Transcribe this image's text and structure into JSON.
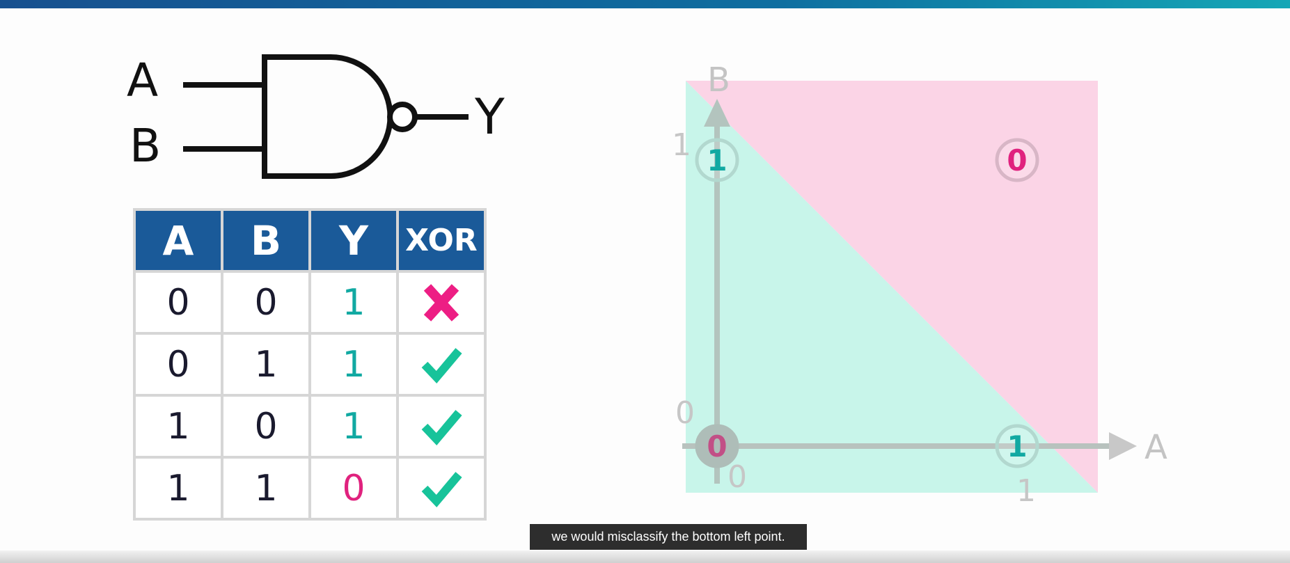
{
  "colors": {
    "header_blue": "#1a5a99",
    "teal": "#11a9a2",
    "magenta": "#e0227e",
    "check_green": "#17c39a",
    "cross_pink": "#ed1e84",
    "region_green": "#c8f5ea",
    "region_pink": "#fbd4e6"
  },
  "gate": {
    "type": "NAND",
    "input_a": "A",
    "input_b": "B",
    "output": "Y"
  },
  "table": {
    "headers": [
      "A",
      "B",
      "Y",
      "XOR"
    ],
    "rows": [
      {
        "a": "0",
        "b": "0",
        "y": "1",
        "y_color": "teal",
        "xor": "cross-icon"
      },
      {
        "a": "0",
        "b": "1",
        "y": "1",
        "y_color": "teal",
        "xor": "check-icon"
      },
      {
        "a": "1",
        "b": "0",
        "y": "1",
        "y_color": "teal",
        "xor": "check-icon"
      },
      {
        "a": "1",
        "b": "1",
        "y": "0",
        "y_color": "magenta",
        "xor": "check-icon"
      }
    ]
  },
  "plot": {
    "x_axis_label": "A",
    "y_axis_label": "B",
    "x_ticks": [
      "0",
      "1"
    ],
    "y_ticks": [
      "0",
      "1"
    ],
    "decision_boundary": "diagonal from (0,1) to (1,0)",
    "regions": [
      {
        "name": "lower-left",
        "class": "1",
        "color": "region_green"
      },
      {
        "name": "upper-right",
        "class": "0",
        "color": "region_pink"
      }
    ],
    "points": [
      {
        "a": 0,
        "b": 0,
        "label": "0",
        "color": "magenta",
        "highlighted": true
      },
      {
        "a": 0,
        "b": 1,
        "label": "1",
        "color": "teal",
        "highlighted": false
      },
      {
        "a": 1,
        "b": 0,
        "label": "1",
        "color": "teal",
        "highlighted": false
      },
      {
        "a": 1,
        "b": 1,
        "label": "0",
        "color": "magenta",
        "highlighted": false
      }
    ]
  },
  "caption": "we would misclassify the bottom left point."
}
